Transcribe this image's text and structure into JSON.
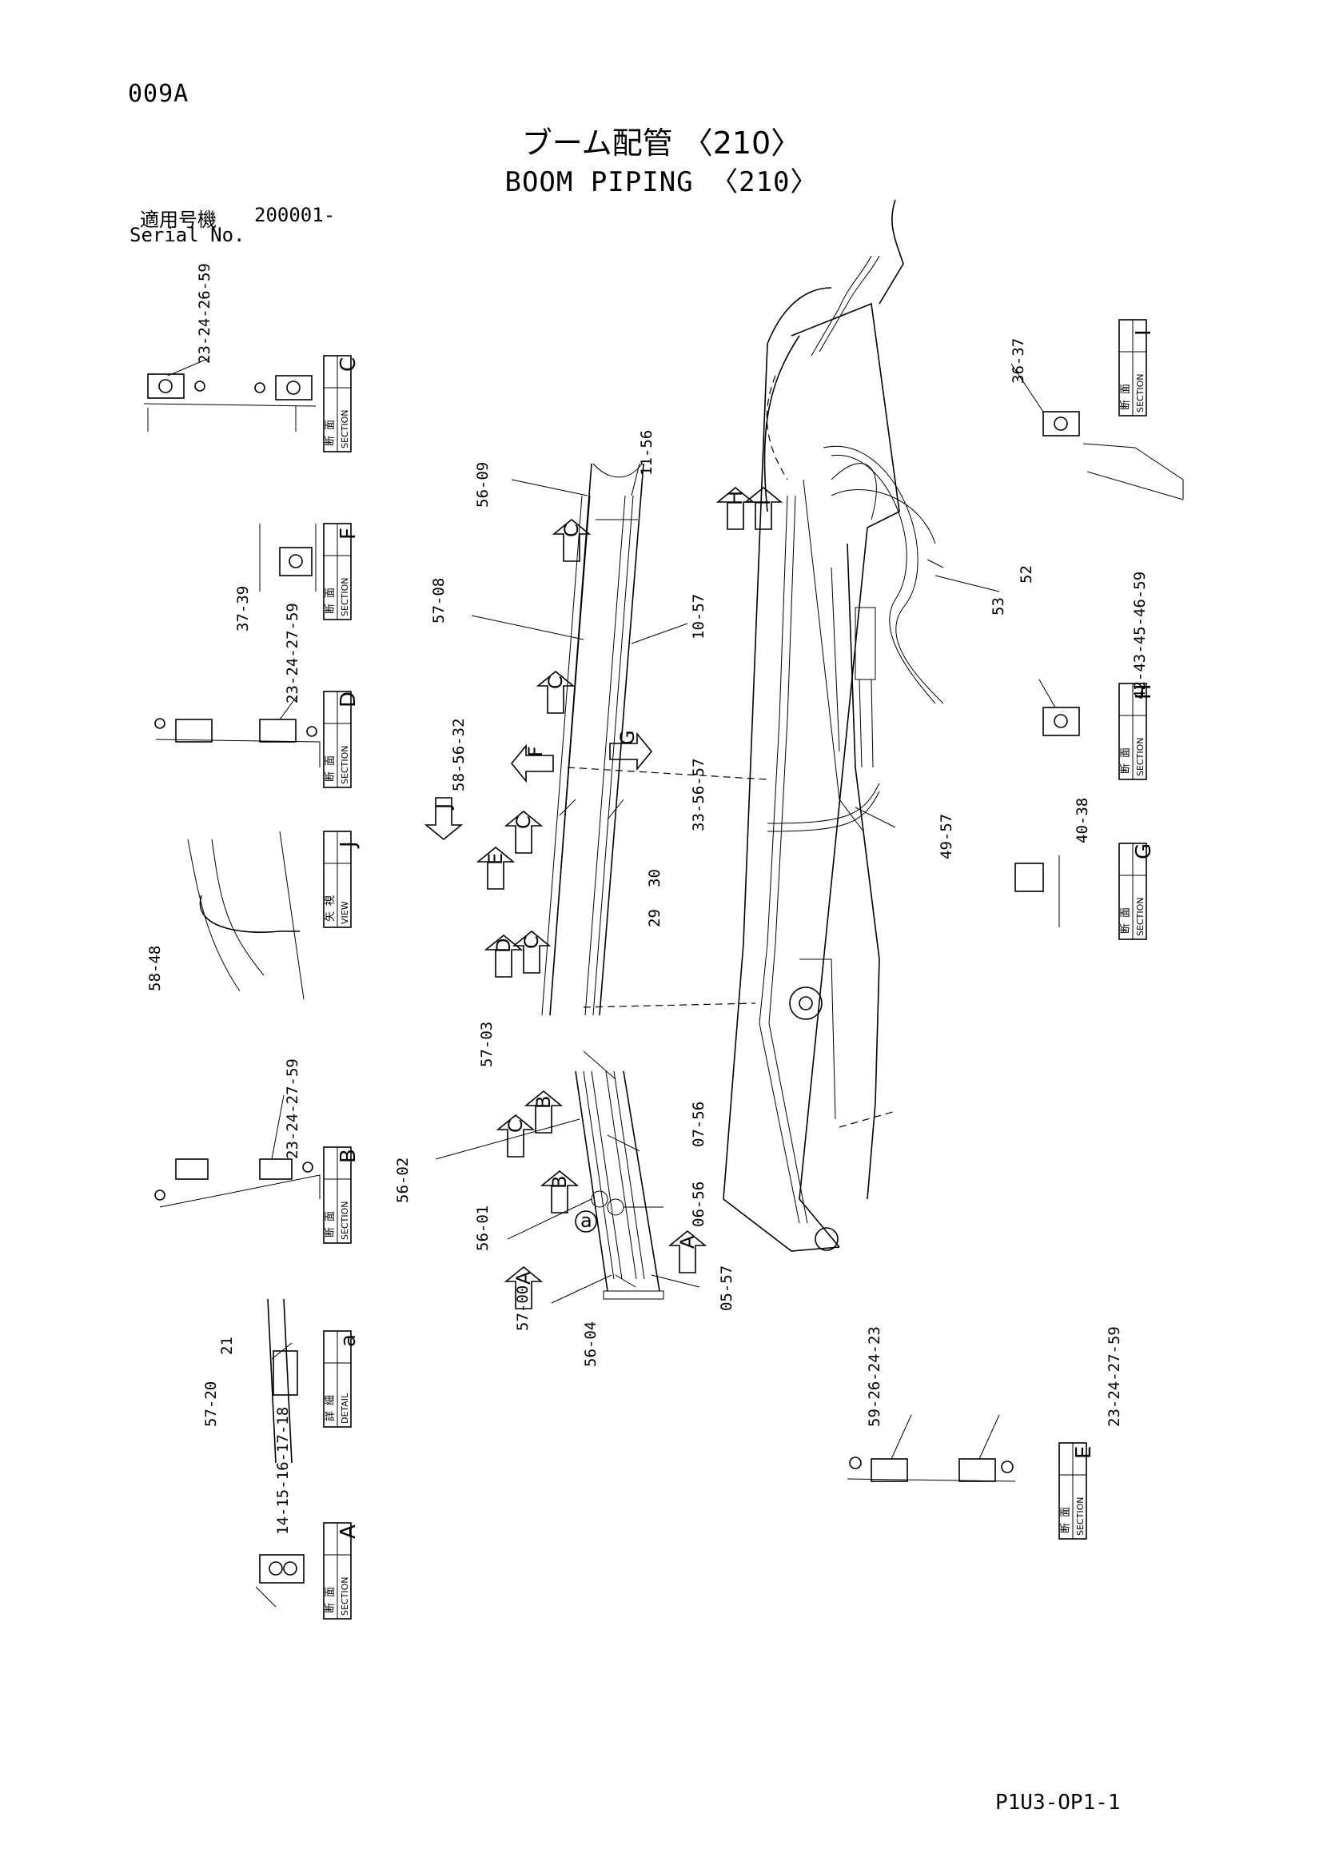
{
  "page_code": "009A",
  "title_jp": "ブーム配管 〈210〉",
  "title_en": "BOOM PIPING 〈210〉",
  "serial": {
    "label_jp": "適用号機",
    "value": "200001-",
    "label_en": "Serial No."
  },
  "footer_code": "P1U3-OP1-1",
  "section_word": "SECTION",
  "section_jp": [
    "断",
    "面"
  ],
  "view_word": "VIEW",
  "view_jp": [
    "矢",
    "視"
  ],
  "detail_word": "DETAIL",
  "detail_jp": [
    "詳",
    "細"
  ],
  "boxes": {
    "C": "C",
    "F": "F",
    "D": "D",
    "J": "J",
    "B": "B",
    "a": "a",
    "A": "A",
    "I": "I",
    "H": "H",
    "G": "G",
    "E": "E"
  },
  "callouts": {
    "secC": "23-24-26-59",
    "secF": "37-39",
    "secD": "23-24-27-59",
    "viewJ": "58-48",
    "secB": "23-24-27-59",
    "detA_21": "21",
    "detA_57_20": "57-20",
    "secA": "14-15-16-17-18",
    "secI": "36-37",
    "secH": "42-43-45-46-59",
    "secG": "40-38",
    "secE_left": "59-26-24-23",
    "secE_right": "23-24-27-59",
    "p56_09": "56-09",
    "p11_56": "11-56",
    "p57_08": "57-08",
    "p10_57": "10-57",
    "p58_56_32": "58-56-32",
    "p33_56_57": "33-56-57",
    "p30": "30",
    "p29": "29",
    "p57_03": "57-03",
    "p07_56": "07-56",
    "p56_02": "56-02",
    "p06_56": "06-56",
    "p56_01": "56-01",
    "p57_00": "57-00",
    "p56_04": "56-04",
    "p05_57": "05-57",
    "p52": "52",
    "p53": "53",
    "p49_57": "49-57"
  },
  "arrows": {
    "H": "H",
    "I": "I",
    "C": "C",
    "F": "F",
    "G": "G",
    "J": "J",
    "E": "E",
    "D": "D",
    "B": "B",
    "A": "A",
    "a": "a"
  }
}
